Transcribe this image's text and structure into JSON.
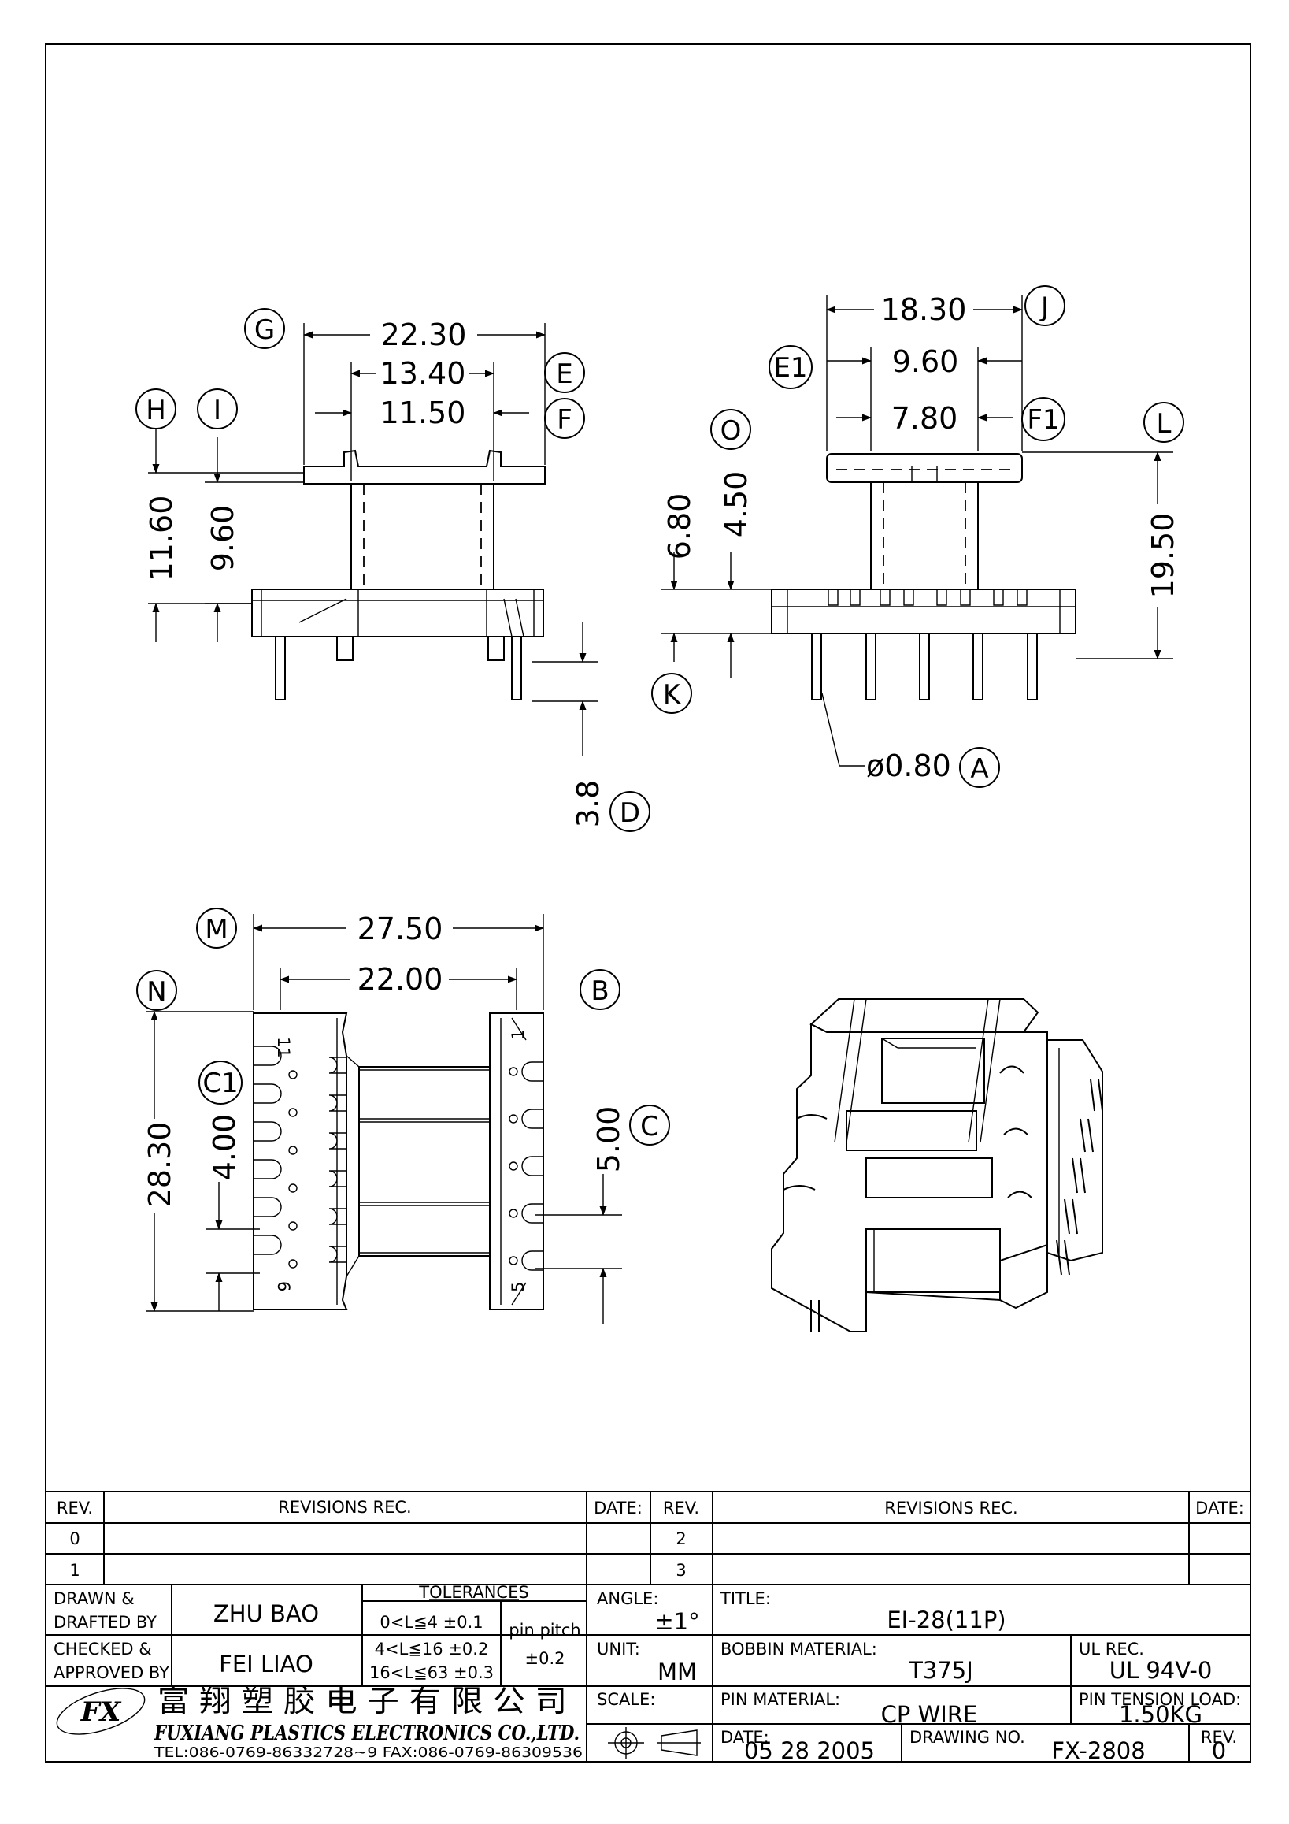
{
  "dimensions": {
    "g_22_30": "22.30",
    "e_13_40": "13.40",
    "f_11_50": "11.50",
    "h_11_60": "11.60",
    "i_9_60": "9.60",
    "d_3_8": "3.8",
    "j_18_30": "18.30",
    "e1_9_60": "9.60",
    "f1_7_80": "7.80",
    "o_4_50": "4.50",
    "k_6_80": "6.80",
    "l_19_50": "19.50",
    "a_pin": "ø0.80",
    "m_27_50": "27.50",
    "n_22_00": "22.00",
    "n_28_30": "28.30",
    "c1_4_00": "4.00",
    "c_5_00": "5.00"
  },
  "callouts": {
    "G": "G",
    "E": "E",
    "H": "H",
    "I": "I",
    "F": "F",
    "D": "D",
    "J": "J",
    "E1": "E1",
    "O": "O",
    "F1": "F1",
    "L": "L",
    "K": "K",
    "A": "A",
    "M": "M",
    "N": "N",
    "B": "B",
    "C1": "C1",
    "C": "C"
  },
  "pin_numbers": {
    "left_top": "11",
    "left_bottom": "6",
    "right_top": "1",
    "right_bottom": "5"
  },
  "revisions": {
    "rev_header": "REV.",
    "rec_header": "REVISIONS   REC.",
    "date_header": "DATE:",
    "left_revs": [
      "0",
      "1"
    ],
    "right_revs": [
      "2",
      "3"
    ]
  },
  "title_block": {
    "drawn_label_1": "DRAWN  &",
    "drawn_label_2": "DRAFTED BY",
    "drawn_value": "ZHU   BAO",
    "checked_label_1": "CHECKED &",
    "checked_label_2": "APPROVED BY",
    "checked_value": "FEI LIAO",
    "tolerances_label": "TOLERANCES",
    "tol_1": "0<L≦4    ±0.1",
    "tol_2": "4<L≦16  ±0.2",
    "tol_3": "16<L≦63  ±0.3",
    "pin_pitch_label": "pin  pitch",
    "pin_pitch_value": "±0.2",
    "angle_label": "ANGLE:",
    "angle_value": "±1°",
    "unit_label": "UNIT:",
    "unit_value": "MM",
    "scale_label": "SCALE:",
    "title_label": "TITLE:",
    "title_value": "EI-28(11P)",
    "bobbin_label": "BOBBIN  MATERIAL:",
    "bobbin_value": "T375J",
    "ul_label": "UL  REC.",
    "ul_value": "UL  94V-0",
    "pin_material_label": "PIN  MATERIAL:",
    "pin_material_value": "CP  WIRE",
    "pin_tension_label": "PIN  TENSION  LOAD:",
    "pin_tension_value": "1.50KG",
    "date_label": "DATE:",
    "date_value": "05  28  2005",
    "drawing_label": "DRAWING  NO.",
    "drawing_value": "FX-2808",
    "rev_label": "REV.",
    "rev_value": "0"
  },
  "company": {
    "logo_letters": "FX",
    "chinese_name": "富 翔 塑 胶 电 子 有 限 公 司",
    "english_name": "FUXIANG  PLASTICS  ELECTRONICS  CO.,LTD.",
    "contact": "TEL:086-0769-86332728~9   FAX:086-0769-86309536"
  }
}
